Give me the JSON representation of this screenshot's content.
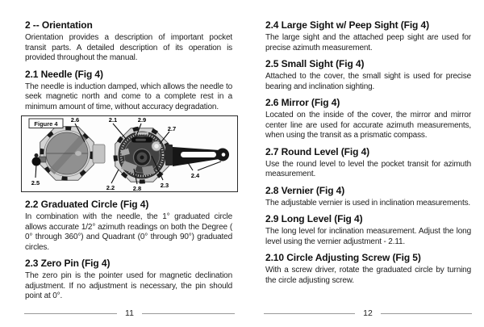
{
  "pages": {
    "left": {
      "page_number": "11",
      "sections": [
        {
          "heading": "2 -- Orientation",
          "body": "Orientation provides a description of important pocket transit parts. A detailed description of its operation is provided throughout the manual."
        },
        {
          "heading": "2.1 Needle (Fig 4)",
          "body": "The needle is induction damped, which allows the needle to seek magnetic north and come to a complete rest in a minimum amount of time, without accuracy degradation."
        },
        {
          "heading": "2.2 Graduated Circle (Fig 4)",
          "body": "In combination with the needle, the 1° graduated circle allows accurate 1/2° azimuth readings on both the Degree ( 0° through 360°) and Quadrant (0° through 90°) graduated circles."
        },
        {
          "heading": "2.3 Zero Pin (Fig 4)",
          "body": "The zero pin is the pointer used for magnetic declination adjustment. If no adjustment is necessary, the pin should point at 0°."
        }
      ],
      "figure": {
        "title": "Figure 4",
        "callouts": [
          "2.6",
          "2.1",
          "2.9",
          "2.7",
          "2.5",
          "2.2",
          "2.8",
          "2.3",
          "2.4"
        ]
      }
    },
    "right": {
      "page_number": "12",
      "sections": [
        {
          "heading": "2.4 Large Sight w/ Peep Sight (Fig 4)",
          "body": "The large sight and the attached peep sight are used for precise azimuth measurement."
        },
        {
          "heading": "2.5 Small Sight (Fig 4)",
          "body": "Attached to the cover, the small sight is used for precise bearing and inclination sighting."
        },
        {
          "heading": "2.6 Mirror (Fig 4)",
          "body": "Located on the inside of the cover, the mirror and mirror center line are used for accurate azimuth measurements, when using the transit as a prismatic compass."
        },
        {
          "heading": "2.7 Round Level (Fig 4)",
          "body": "Use the round level to level the pocket transit for azimuth measurement."
        },
        {
          "heading": "2.8 Vernier (Fig 4)",
          "body": "The adjustable vernier is used in inclination measurements."
        },
        {
          "heading": "2.9 Long Level (Fig 4)",
          "body": "The long level for inclination measurement. Adjust the long level using the vernier adjustment - 2.11."
        },
        {
          "heading": "2.10 Circle Adjusting Screw (Fig 5)",
          "body": "With a screw driver, rotate the graduated circle by turning the circle adjusting screw."
        }
      ]
    }
  }
}
